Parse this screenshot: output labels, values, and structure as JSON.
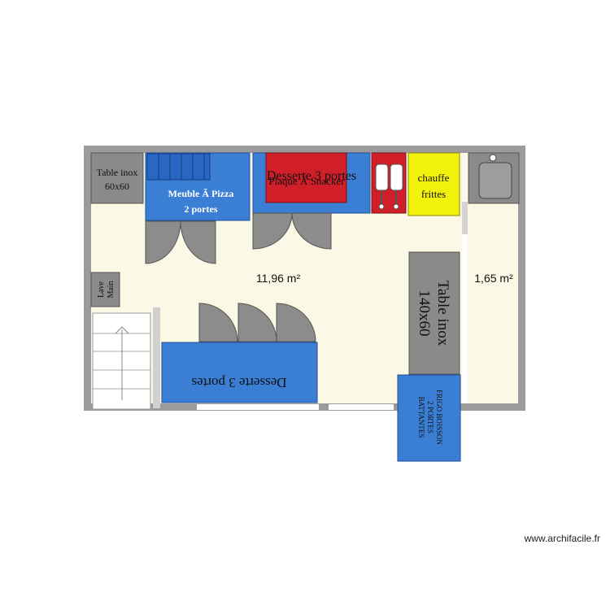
{
  "plan": {
    "rooms": [
      {
        "area_label": "11,96 m²"
      },
      {
        "area_label": "1,65 m²"
      }
    ],
    "furniture": {
      "table_inox_small": {
        "line1": "Table inox",
        "line2": "60x60"
      },
      "meuble_pizza": {
        "line1": "Meuble Ã  Pizza",
        "line2": "2 portes"
      },
      "desserte_top": {
        "label": "Desserte 3 portes"
      },
      "plaque_snack": {
        "label": "Plaque Ã  Snacker"
      },
      "chauffe_frittes": {
        "line1": "chauffe",
        "line2": "frittes"
      },
      "lave_main": {
        "line1": "Lave",
        "line2": "Main"
      },
      "table_inox_large": {
        "line1": "Table inox",
        "line2": "140x60"
      },
      "desserte_bottom": {
        "label": "Desserte 3 portes"
      },
      "frigo_boisson": {
        "line1": "FRIGO BOISSON",
        "line2": "2 PORTES",
        "line3": "BATTANTES"
      }
    },
    "colors": {
      "floor": "#fbf8e6",
      "wall": "#9b9b9b",
      "furniture_blue": "#3b7fd4",
      "furniture_grey": "#8a8a8a",
      "red": "#d11f2a",
      "yellow": "#f2f20c",
      "door_grey": "#8c8c8c"
    }
  },
  "watermark": "www.archifacile.fr"
}
